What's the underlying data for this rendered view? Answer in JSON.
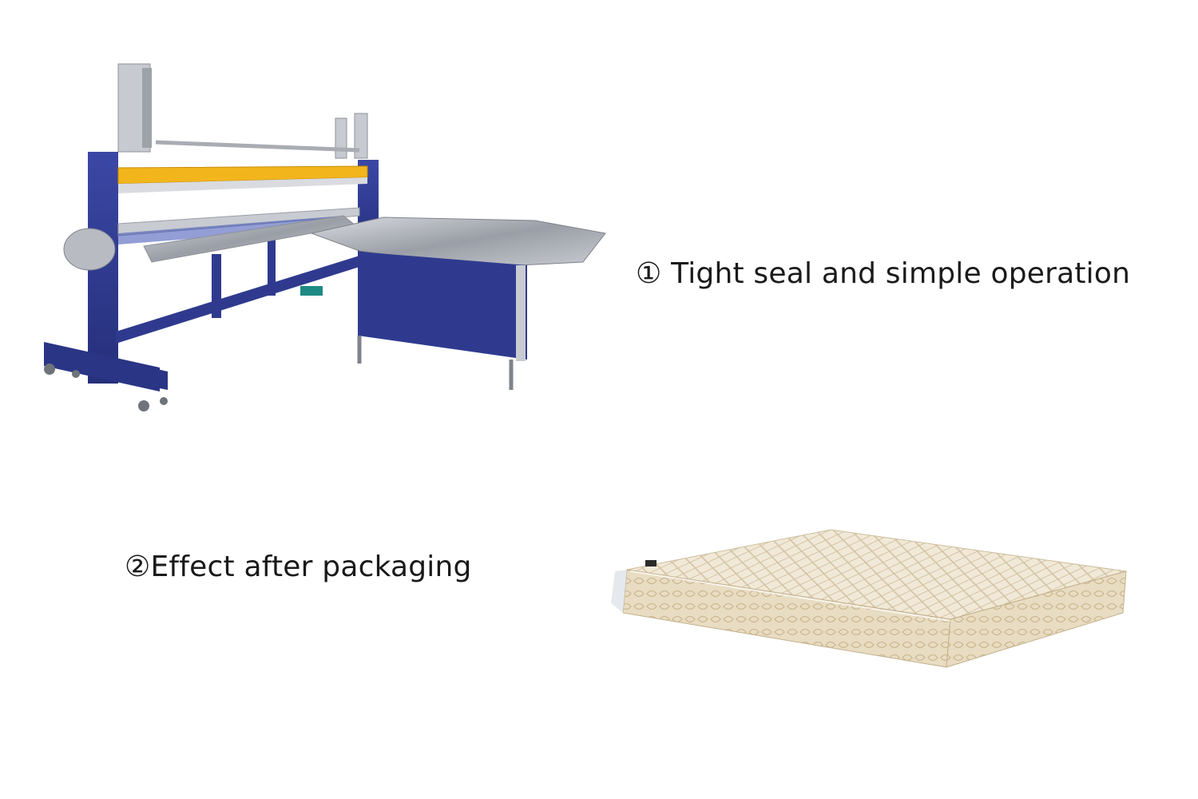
{
  "captions": {
    "first": "① Tight seal and simple operation",
    "second": "②Effect after packaging"
  },
  "figures": {
    "machine": "packaging-machine-photo",
    "mattress": "packaged-mattress-photo"
  },
  "colors": {
    "frame_blue": "#2f3a8f",
    "sealing_bar_yellow": "#f2b51c",
    "steel": "#b9bcc2",
    "mattress_cream": "#efe5d2",
    "text": "#1a1a1a"
  }
}
